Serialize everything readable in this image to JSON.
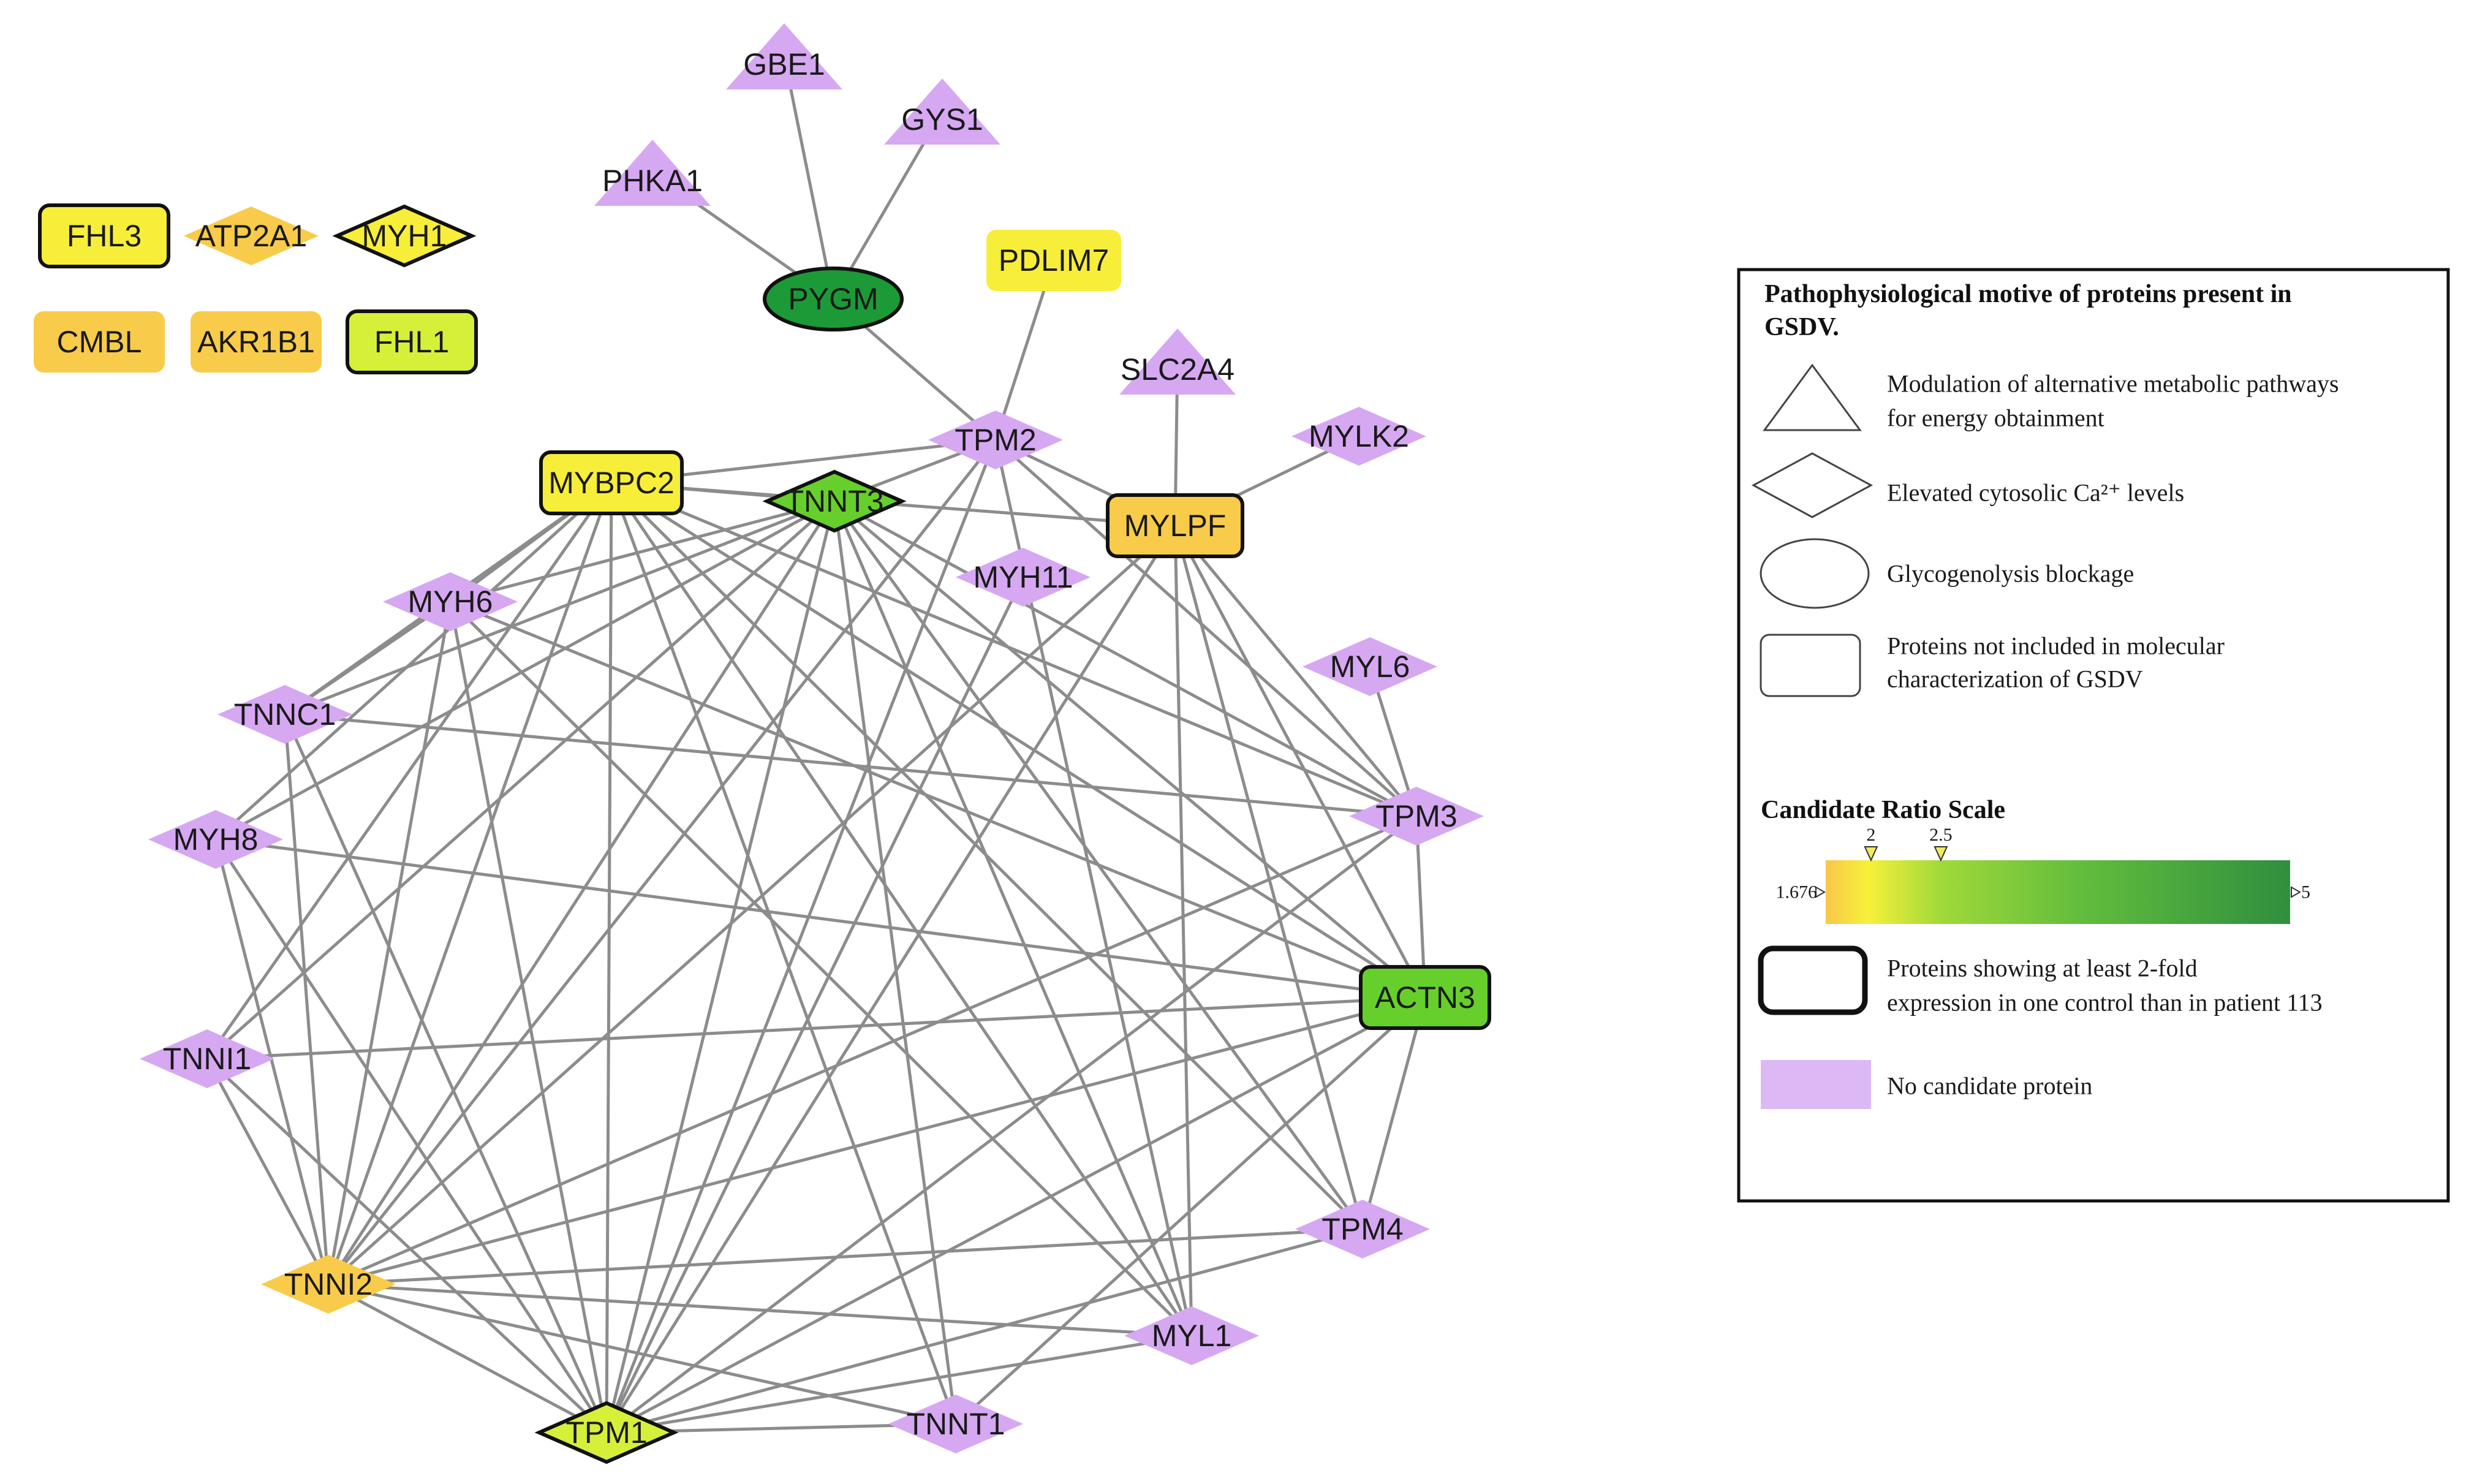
{
  "colors": {
    "edge": "#8c8c8c",
    "purple": "#d6a8f2",
    "yellow": "#f7ee3a",
    "gold": "#f8cc4a",
    "lime": "#d6f03a",
    "green": "#67cf2b",
    "dark_green": "#1c9a38",
    "border": "#111111"
  },
  "nodes": [
    {
      "id": "GBE1",
      "label": "GBE1",
      "shape": "triangle",
      "fill": "purple",
      "bold": false
    },
    {
      "id": "GYS1",
      "label": "GYS1",
      "shape": "triangle",
      "fill": "purple",
      "bold": false
    },
    {
      "id": "PHKA1",
      "label": "PHKA1",
      "shape": "triangle",
      "fill": "purple",
      "bold": false
    },
    {
      "id": "PYGM",
      "label": "PYGM",
      "shape": "ellipse",
      "fill": "dark_green",
      "bold": true
    },
    {
      "id": "PDLIM7",
      "label": "PDLIM7",
      "shape": "rect",
      "fill": "yellow",
      "bold": false
    },
    {
      "id": "SLC2A4",
      "label": "SLC2A4",
      "shape": "triangle",
      "fill": "purple",
      "bold": false
    },
    {
      "id": "TPM2",
      "label": "TPM2",
      "shape": "diamond",
      "fill": "purple",
      "bold": false
    },
    {
      "id": "MYLK2",
      "label": "MYLK2",
      "shape": "diamond",
      "fill": "purple",
      "bold": false
    },
    {
      "id": "MYBPC2",
      "label": "MYBPC2",
      "shape": "rect",
      "fill": "yellow",
      "bold": true
    },
    {
      "id": "TNNT3",
      "label": "TNNT3",
      "shape": "diamond",
      "fill": "green",
      "bold": true
    },
    {
      "id": "MYLPF",
      "label": "MYLPF",
      "shape": "rect",
      "fill": "gold",
      "bold": true
    },
    {
      "id": "MYH11",
      "label": "MYH11",
      "shape": "diamond",
      "fill": "purple",
      "bold": false
    },
    {
      "id": "MYH6",
      "label": "MYH6",
      "shape": "diamond",
      "fill": "purple",
      "bold": false
    },
    {
      "id": "MYL6",
      "label": "MYL6",
      "shape": "diamond",
      "fill": "purple",
      "bold": false
    },
    {
      "id": "TNNC1",
      "label": "TNNC1",
      "shape": "diamond",
      "fill": "purple",
      "bold": false
    },
    {
      "id": "TPM3",
      "label": "TPM3",
      "shape": "diamond",
      "fill": "purple",
      "bold": false
    },
    {
      "id": "MYH8",
      "label": "MYH8",
      "shape": "diamond",
      "fill": "purple",
      "bold": false
    },
    {
      "id": "ACTN3",
      "label": "ACTN3",
      "shape": "rect",
      "fill": "green",
      "bold": true
    },
    {
      "id": "TNNI1",
      "label": "TNNI1",
      "shape": "diamond",
      "fill": "purple",
      "bold": false
    },
    {
      "id": "TPM4",
      "label": "TPM4",
      "shape": "diamond",
      "fill": "purple",
      "bold": false
    },
    {
      "id": "TNNI2",
      "label": "TNNI2",
      "shape": "diamond",
      "fill": "gold",
      "bold": false
    },
    {
      "id": "MYL1",
      "label": "MYL1",
      "shape": "diamond",
      "fill": "purple",
      "bold": false
    },
    {
      "id": "TPM1",
      "label": "TPM1",
      "shape": "diamond",
      "fill": "lime",
      "bold": true
    },
    {
      "id": "TNNT1",
      "label": "TNNT1",
      "shape": "diamond",
      "fill": "purple",
      "bold": false
    },
    {
      "id": "FHL3",
      "label": "FHL3",
      "shape": "rect",
      "fill": "yellow",
      "bold": true
    },
    {
      "id": "ATP2A1",
      "label": "ATP2A1",
      "shape": "diamond",
      "fill": "gold",
      "bold": false
    },
    {
      "id": "MYH1",
      "label": "MYH1",
      "shape": "diamond",
      "fill": "yellow",
      "bold": true
    },
    {
      "id": "CMBL",
      "label": "CMBL",
      "shape": "rect",
      "fill": "gold",
      "bold": false
    },
    {
      "id": "AKR1B1",
      "label": "AKR1B1",
      "shape": "rect",
      "fill": "gold",
      "bold": false
    },
    {
      "id": "FHL1",
      "label": "FHL1",
      "shape": "rect",
      "fill": "lime",
      "bold": true
    }
  ],
  "edges": [
    [
      "GBE1",
      "PYGM"
    ],
    [
      "GYS1",
      "PYGM"
    ],
    [
      "PHKA1",
      "PYGM"
    ],
    [
      "PYGM",
      "TPM2"
    ],
    [
      "PDLIM7",
      "TPM2"
    ],
    [
      "SLC2A4",
      "MYLPF"
    ],
    [
      "MYLK2",
      "MYLPF"
    ],
    [
      "TPM2",
      "MYLPF"
    ],
    [
      "TPM2",
      "MYBPC2"
    ],
    [
      "TPM2",
      "TNNT3"
    ],
    [
      "TPM2",
      "TPM3"
    ],
    [
      "TPM2",
      "TPM1"
    ],
    [
      "TPM2",
      "TNNI2"
    ],
    [
      "TPM2",
      "MYL1"
    ],
    [
      "MYBPC2",
      "TNNT3"
    ],
    [
      "MYBPC2",
      "MYLPF"
    ],
    [
      "MYBPC2",
      "MYH6"
    ],
    [
      "MYBPC2",
      "TNNC1"
    ],
    [
      "MYBPC2",
      "MYH8"
    ],
    [
      "MYBPC2",
      "TNNI1"
    ],
    [
      "MYBPC2",
      "TNNI2"
    ],
    [
      "MYBPC2",
      "TPM1"
    ],
    [
      "MYBPC2",
      "TNNT1"
    ],
    [
      "MYBPC2",
      "MYL1"
    ],
    [
      "MYBPC2",
      "TPM4"
    ],
    [
      "MYBPC2",
      "ACTN3"
    ],
    [
      "MYBPC2",
      "TPM3"
    ],
    [
      "TNNT3",
      "MYH6"
    ],
    [
      "TNNT3",
      "TNNC1"
    ],
    [
      "TNNT3",
      "MYH8"
    ],
    [
      "TNNT3",
      "TNNI1"
    ],
    [
      "TNNT3",
      "TNNI2"
    ],
    [
      "TNNT3",
      "TPM1"
    ],
    [
      "TNNT3",
      "TNNT1"
    ],
    [
      "TNNT3",
      "MYL1"
    ],
    [
      "TNNT3",
      "TPM4"
    ],
    [
      "TNNT3",
      "ACTN3"
    ],
    [
      "TNNT3",
      "TPM3"
    ],
    [
      "MYLPF",
      "TPM3"
    ],
    [
      "MYLPF",
      "ACTN3"
    ],
    [
      "MYLPF",
      "TPM4"
    ],
    [
      "MYLPF",
      "MYL1"
    ],
    [
      "MYLPF",
      "TPM1"
    ],
    [
      "MYLPF",
      "TNNI2"
    ],
    [
      "MYH11",
      "TPM1"
    ],
    [
      "MYL6",
      "TPM3"
    ],
    [
      "MYH6",
      "TNNC1"
    ],
    [
      "MYH6",
      "ACTN3"
    ],
    [
      "MYH6",
      "TNNI2"
    ],
    [
      "MYH6",
      "TPM1"
    ],
    [
      "MYH6",
      "MYL1"
    ],
    [
      "TNNC1",
      "TPM1"
    ],
    [
      "TNNC1",
      "TNNI2"
    ],
    [
      "TNNC1",
      "TPM3"
    ],
    [
      "MYH8",
      "ACTN3"
    ],
    [
      "MYH8",
      "TNNI2"
    ],
    [
      "MYH8",
      "TPM1"
    ],
    [
      "TPM3",
      "ACTN3"
    ],
    [
      "TPM3",
      "TPM1"
    ],
    [
      "TPM3",
      "TNNI2"
    ],
    [
      "ACTN3",
      "TNNI1"
    ],
    [
      "ACTN3",
      "TNNI2"
    ],
    [
      "ACTN3",
      "TPM1"
    ],
    [
      "ACTN3",
      "TPM4"
    ],
    [
      "ACTN3",
      "TNNT1"
    ],
    [
      "TNNI1",
      "TNNI2"
    ],
    [
      "TNNI1",
      "TPM1"
    ],
    [
      "TPM4",
      "TNNI2"
    ],
    [
      "TPM4",
      "TPM1"
    ],
    [
      "TNNI2",
      "TPM1"
    ],
    [
      "TNNI2",
      "MYL1"
    ],
    [
      "TNNI2",
      "TNNT1"
    ],
    [
      "MYL1",
      "TPM1"
    ],
    [
      "TPM1",
      "TNNT1"
    ]
  ],
  "legend": {
    "title_line1": "Pathophysiological motive of  proteins present in",
    "title_line2": "GSDV.",
    "triangle_line1": "Modulation of alternative metabolic pathways",
    "triangle_line2": " for energy obtainment",
    "diamond_text": "Elevated cytosolic Ca²⁺ levels",
    "ellipse_text": "Glycogenolysis blockage",
    "rect_line1": "Proteins not included in molecular",
    "rect_line2": "characterization of GSDV",
    "scale_title": "Candidate Ratio Scale",
    "scale_min": "1.676",
    "scale_max": "5",
    "scale_tick_1": "2",
    "scale_tick_2": "2.5",
    "scale_min_value": 1.676,
    "scale_max_value": 5,
    "scale_tick_1_value": 2,
    "scale_tick_2_value": 2.5,
    "bold_line1": "Proteins showing at least 2-fold",
    "bold_line2": "expression in one control than in patient 113",
    "no_candidate_text": "No candidate protein"
  }
}
